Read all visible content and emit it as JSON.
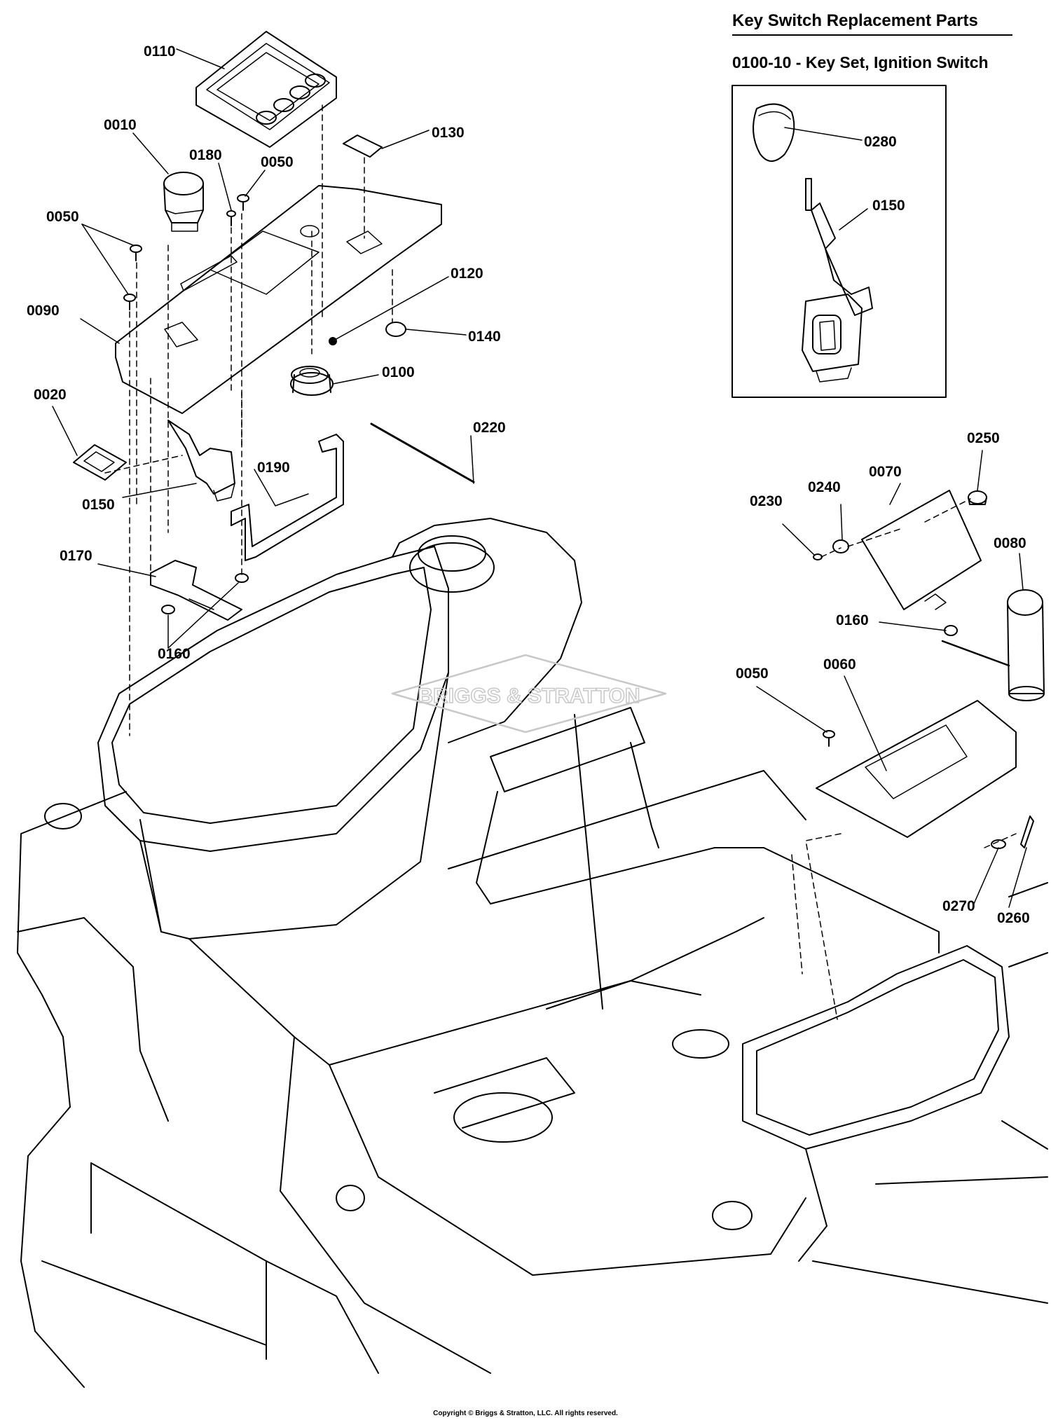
{
  "header": {
    "title": "Key Switch Replacement Parts",
    "kit": "0100-10 - Key Set, Ignition Switch"
  },
  "watermark": "BRIGGS & STRATTON",
  "callouts": [
    {
      "id": "0110"
    },
    {
      "id": "0010"
    },
    {
      "id": "0180"
    },
    {
      "id": "0050"
    },
    {
      "id": "0130"
    },
    {
      "id": "0050"
    },
    {
      "id": "0120"
    },
    {
      "id": "0090"
    },
    {
      "id": "0140"
    },
    {
      "id": "0100"
    },
    {
      "id": "0020"
    },
    {
      "id": "0220"
    },
    {
      "id": "0190"
    },
    {
      "id": "0150"
    },
    {
      "id": "0170"
    },
    {
      "id": "0160"
    },
    {
      "id": "0280"
    },
    {
      "id": "0150"
    },
    {
      "id": "0250"
    },
    {
      "id": "0240"
    },
    {
      "id": "0070"
    },
    {
      "id": "0230"
    },
    {
      "id": "0080"
    },
    {
      "id": "0160"
    },
    {
      "id": "0050"
    },
    {
      "id": "0060"
    },
    {
      "id": "0270"
    },
    {
      "id": "0260"
    }
  ],
  "footer": {
    "copyright": "Copyright © Briggs & Stratton, LLC. All rights reserved."
  }
}
